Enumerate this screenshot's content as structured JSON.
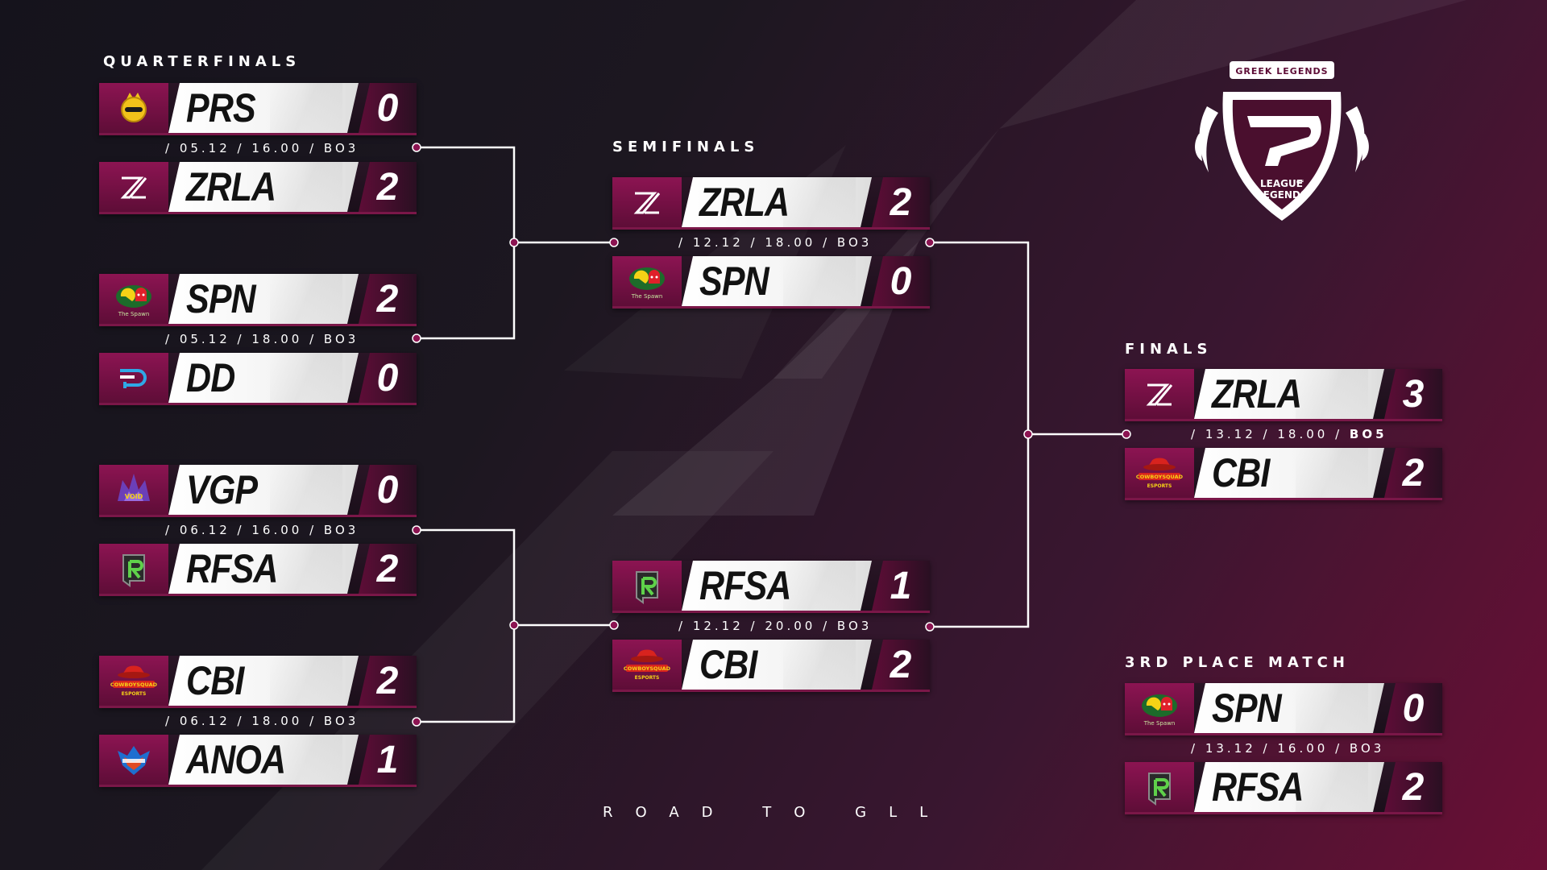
{
  "labels": {
    "quarterfinals": "QUARTERFINALS",
    "semifinals": "SEMIFINALS",
    "finals": "FINALS",
    "third_place": "3RD PLACE MATCH",
    "road": "ROAD TO GLL"
  },
  "emblem": {
    "top_text": "GREEK LEGENDS",
    "line1": "LEAGUE",
    "line1_small": "OF",
    "line2": "LEGENDS"
  },
  "colors": {
    "accent": "#8c1452",
    "accent_dark": "#5e0d37",
    "background_dark": "#15131c",
    "background_crimson": "#6b0f35",
    "text": "#ffffff"
  },
  "quarterfinals": [
    {
      "info": {
        "prefix": "/ ",
        "date": "05.12",
        "time": "16.00",
        "format": "BO3"
      },
      "team1": {
        "name": "PRS",
        "score": "0",
        "icon": "prs-logo-icon"
      },
      "team2": {
        "name": "ZRLA",
        "score": "2",
        "icon": "zrla-logo-icon"
      }
    },
    {
      "info": {
        "prefix": "/ ",
        "date": "05.12",
        "time": "18.00",
        "format": "BO3"
      },
      "team1": {
        "name": "SPN",
        "score": "2",
        "icon": "spn-logo-icon",
        "logo_caption": "The Spawn"
      },
      "team2": {
        "name": "DD",
        "score": "0",
        "icon": "dd-logo-icon"
      }
    },
    {
      "info": {
        "prefix": "/ ",
        "date": "06.12",
        "time": "16.00",
        "format": "BO3"
      },
      "team1": {
        "name": "VGP",
        "score": "0",
        "icon": "vgp-logo-icon",
        "logo_caption": "VOID"
      },
      "team2": {
        "name": "RFSA",
        "score": "2",
        "icon": "rfsa-logo-icon"
      }
    },
    {
      "info": {
        "prefix": "/ ",
        "date": "06.12",
        "time": "18.00",
        "format": "BO3"
      },
      "team1": {
        "name": "CBI",
        "score": "2",
        "icon": "cbi-logo-icon",
        "logo_caption": "COWBOYSQUAD",
        "logo_caption2": "ESPORTS"
      },
      "team2": {
        "name": "ANOA",
        "score": "1",
        "icon": "anoa-logo-icon"
      }
    }
  ],
  "semifinals": [
    {
      "info": {
        "prefix": "/ ",
        "date": "12.12",
        "time": "18.00",
        "format": "BO3"
      },
      "team1": {
        "name": "ZRLA",
        "score": "2",
        "icon": "zrla-logo-icon"
      },
      "team2": {
        "name": "SPN",
        "score": "0",
        "icon": "spn-logo-icon",
        "logo_caption": "The Spawn"
      }
    },
    {
      "info": {
        "prefix": "/ ",
        "date": "12.12",
        "time": "20.00",
        "format": "BO3"
      },
      "team1": {
        "name": "RFSA",
        "score": "1",
        "icon": "rfsa-logo-icon"
      },
      "team2": {
        "name": "CBI",
        "score": "2",
        "icon": "cbi-logo-icon",
        "logo_caption": "COWBOYSQUAD",
        "logo_caption2": "ESPORTS"
      }
    }
  ],
  "finals": {
    "info": {
      "prefix": "/ ",
      "date": "13.12",
      "time": "18.00",
      "format": "BO5"
    },
    "team1": {
      "name": "ZRLA",
      "score": "3",
      "icon": "zrla-logo-icon"
    },
    "team2": {
      "name": "CBI",
      "score": "2",
      "icon": "cbi-logo-icon",
      "logo_caption": "COWBOYSQUAD",
      "logo_caption2": "ESPORTS"
    }
  },
  "third_place": {
    "info": {
      "prefix": "/ ",
      "date": "13.12",
      "time": "16.00",
      "format": "BO3"
    },
    "team1": {
      "name": "SPN",
      "score": "0",
      "icon": "spn-logo-icon",
      "logo_caption": "The Spawn"
    },
    "team2": {
      "name": "RFSA",
      "score": "2",
      "icon": "rfsa-logo-icon"
    }
  }
}
